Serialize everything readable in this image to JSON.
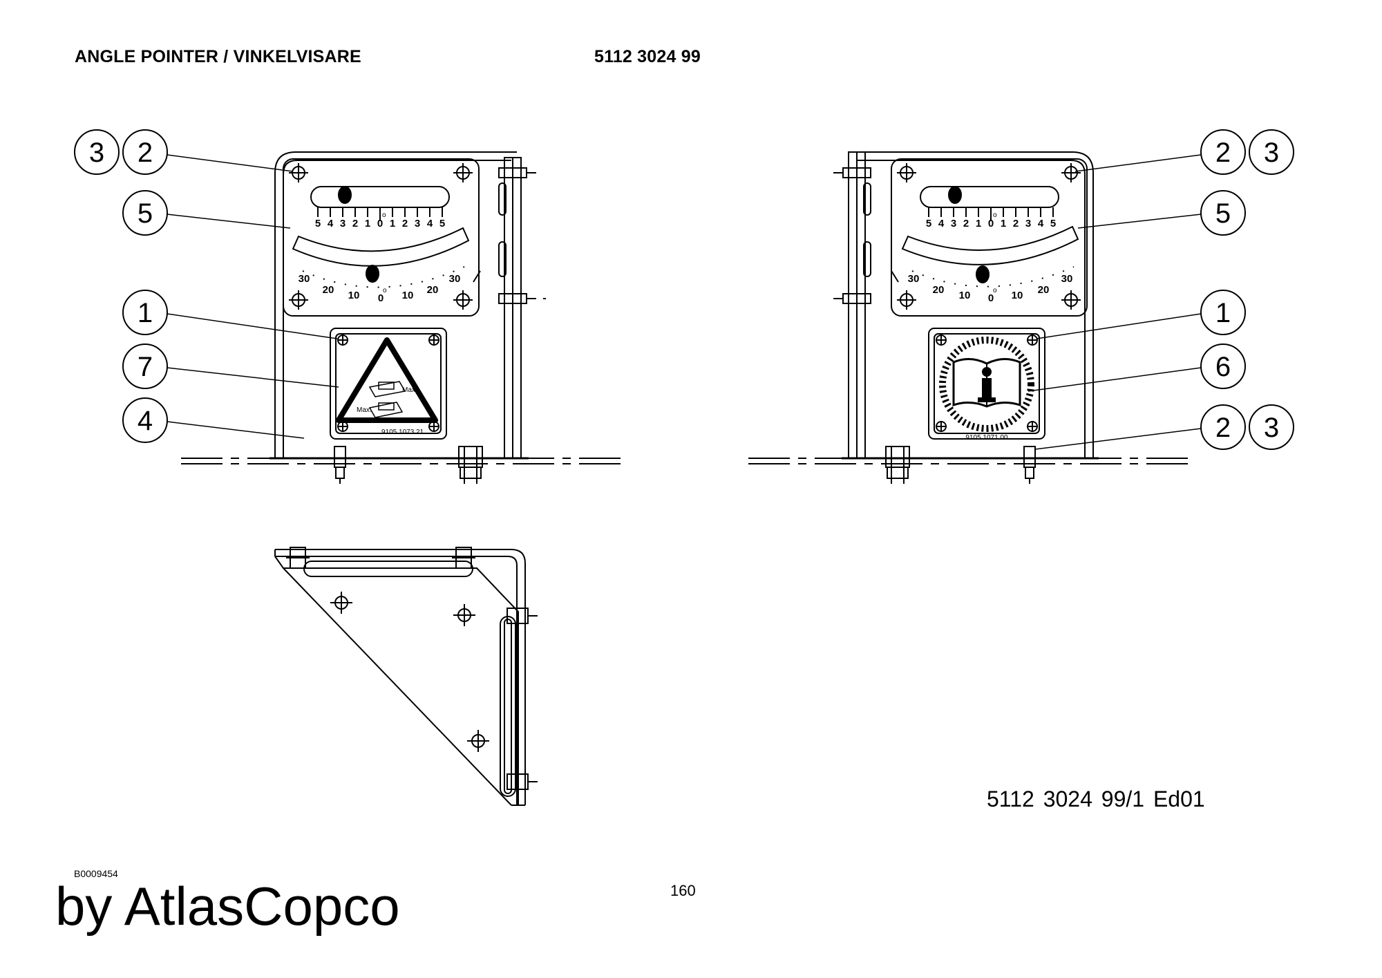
{
  "header": {
    "title": "ANGLE POINTER / VINKELVISARE",
    "part_number": "5112 3024 99"
  },
  "callouts": {
    "left": [
      "3",
      "2",
      "5",
      "1",
      "7",
      "4"
    ],
    "right": [
      "2",
      "3",
      "5",
      "1",
      "6",
      "2",
      "3"
    ]
  },
  "gauge": {
    "linear_scale": [
      "5",
      "4",
      "3",
      "2",
      "1",
      "0",
      "1",
      "2",
      "3",
      "4",
      "5"
    ],
    "arc_scale": [
      "30",
      "20",
      "10",
      "0",
      "10",
      "20",
      "30"
    ],
    "degree_symbol": "o"
  },
  "decals": {
    "warning_code": "9105 1073 21",
    "warning_max_label": "Max.",
    "info_code": "9105 1071 00",
    "info_icon": "info-book-icon",
    "warning_icon": "warning-triangle-icon"
  },
  "document_reference": "5112 3024 99/1  Ed01",
  "image_id": "B0009454",
  "page_number": "160",
  "brand": "by AtlasCopco"
}
